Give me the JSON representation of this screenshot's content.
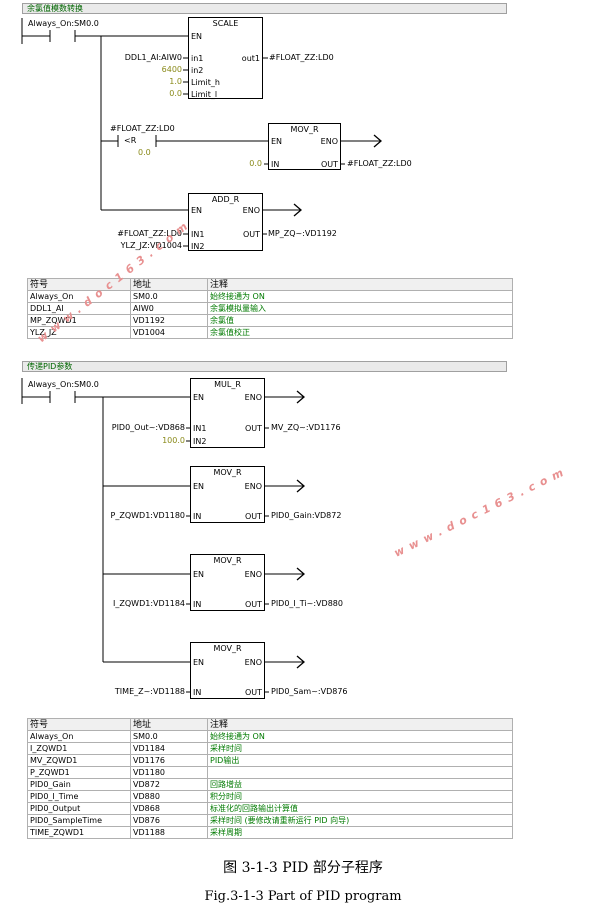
{
  "network1": {
    "title": "余氯值模数转换",
    "contact1": "Always_On:SM0.0",
    "scale": {
      "name": "SCALE",
      "en": "EN",
      "pins": [
        "in1",
        "in2",
        "Limit_h",
        "Limit_l"
      ],
      "out_pin": "out1",
      "inputs": [
        "DDL1_AI:AIW0",
        "6400",
        "1.0",
        "0.0"
      ],
      "output": "#FLOAT_ZZ:LD0"
    },
    "compare": {
      "operand1": "#FLOAT_ZZ:LD0",
      "op": "<R",
      "operand2": "0.0"
    },
    "mov1": {
      "name": "MOV_R",
      "en": "EN",
      "eno": "ENO",
      "in_pin": "IN",
      "out_pin": "OUT",
      "input": "0.0",
      "output": "#FLOAT_ZZ:LD0"
    },
    "add": {
      "name": "ADD_R",
      "en": "EN",
      "eno": "ENO",
      "in1_pin": "IN1",
      "in2_pin": "IN2",
      "out_pin": "OUT",
      "in1": "#FLOAT_ZZ:LD0",
      "in2": "YLZ_JZ:VD1004",
      "output": "MP_ZQ~:VD1192"
    }
  },
  "table1": {
    "headers": [
      "符号",
      "地址",
      "注释"
    ],
    "rows": [
      [
        "Always_On",
        "SM0.0",
        "始终接通为 ON"
      ],
      [
        "DDL1_AI",
        "AIW0",
        "余氯模拟量输入"
      ],
      [
        "MP_ZQWD1",
        "VD1192",
        "余氯值"
      ],
      [
        "YLZ_JZ",
        "VD1004",
        "余氯值校正"
      ]
    ]
  },
  "network2": {
    "title": "传递PID参数",
    "contact1": "Always_On:SM0.0",
    "mul": {
      "name": "MUL_R",
      "en": "EN",
      "eno": "ENO",
      "in1_pin": "IN1",
      "in2_pin": "IN2",
      "out_pin": "OUT",
      "in1": "PID0_Out~:VD868",
      "in2": "100.0",
      "output": "MV_ZQ~:VD1176"
    },
    "movs": [
      {
        "name": "MOV_R",
        "en": "EN",
        "eno": "ENO",
        "in_pin": "IN",
        "out_pin": "OUT",
        "input": "P_ZQWD1:VD1180",
        "output": "PID0_Gain:VD872"
      },
      {
        "name": "MOV_R",
        "en": "EN",
        "eno": "ENO",
        "in_pin": "IN",
        "out_pin": "OUT",
        "input": "I_ZQWD1:VD1184",
        "output": "PID0_I_Ti~:VD880"
      },
      {
        "name": "MOV_R",
        "en": "EN",
        "eno": "ENO",
        "in_pin": "IN",
        "out_pin": "OUT",
        "input": "TIME_Z~:VD1188",
        "output": "PID0_Sam~:VD876"
      }
    ]
  },
  "table2": {
    "headers": [
      "符号",
      "地址",
      "注释"
    ],
    "rows": [
      [
        "Always_On",
        "SM0.0",
        "始终接通为 ON"
      ],
      [
        "I_ZQWD1",
        "VD1184",
        "采样时间"
      ],
      [
        "MV_ZQWD1",
        "VD1176",
        "PID输出"
      ],
      [
        "P_ZQWD1",
        "VD1180",
        ""
      ],
      [
        "PID0_Gain",
        "VD872",
        "回路增益"
      ],
      [
        "PID0_I_Time",
        "VD880",
        "积分时间"
      ],
      [
        "PID0_Output",
        "VD868",
        "标准化的回路输出计算值"
      ],
      [
        "PID0_SampleTime",
        "VD876",
        "采样时间 (要修改请重新运行 PID 向导)"
      ],
      [
        "TIME_ZQWD1",
        "VD1188",
        "采样周期"
      ]
    ]
  },
  "caption": {
    "cn": "图 3-1-3 PID 部分子程序",
    "en": "Fig.3-1-3 Part of PID program"
  },
  "watermarks": [
    "www.doc163.com",
    "www.doc163.com"
  ],
  "colors": {
    "comment": "#007a00",
    "constant": "#8a8a1a",
    "watermark": "#e89090"
  }
}
